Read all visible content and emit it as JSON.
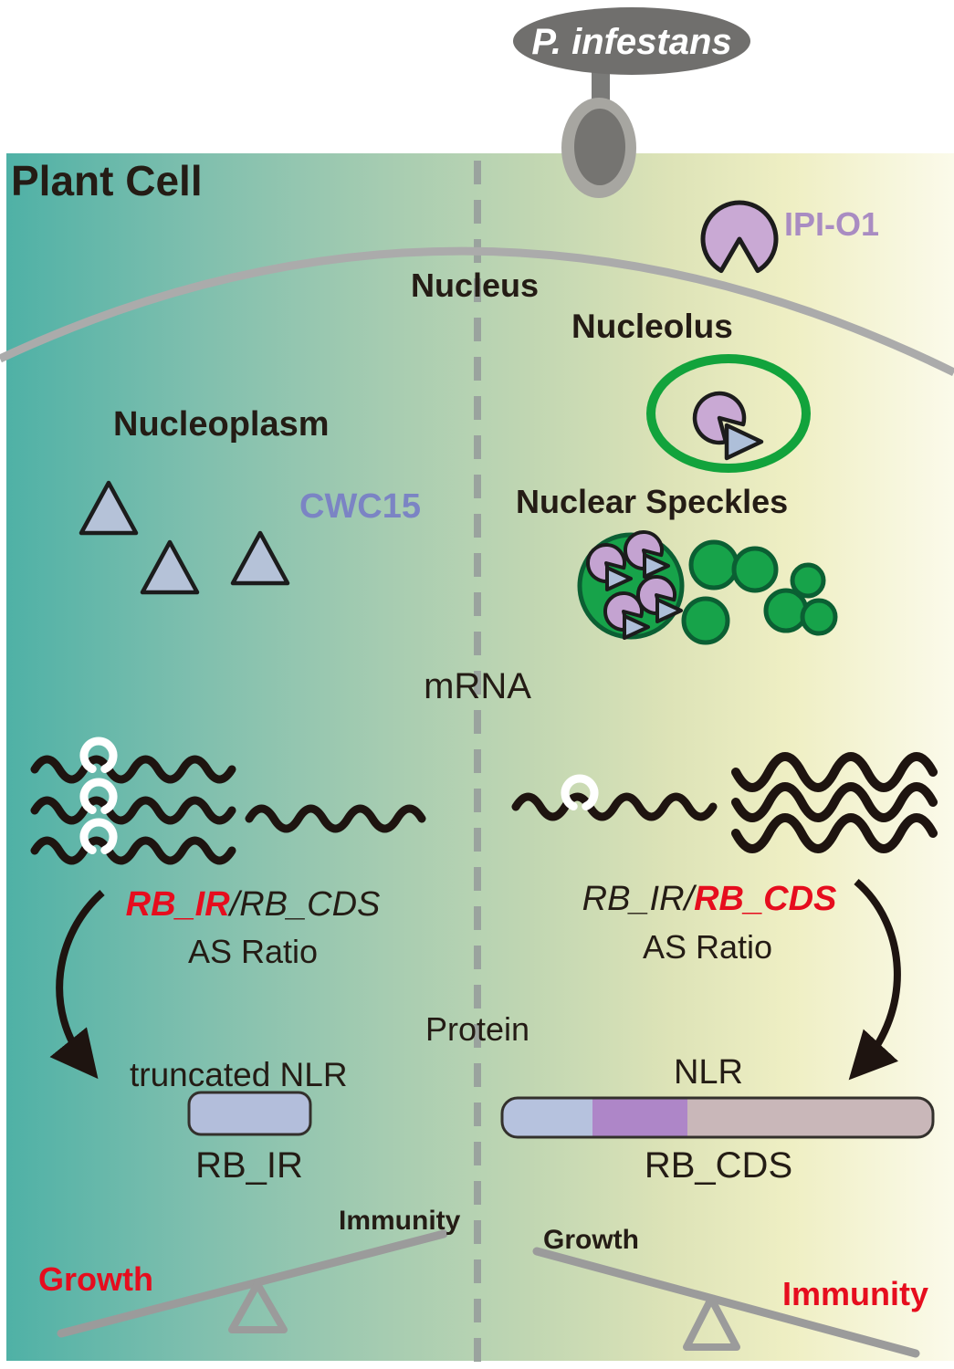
{
  "figure": {
    "pathogen_label": "P. infestans",
    "cell_title": "Plant Cell",
    "effector_label": "IPI-O1",
    "nucleus_label": "Nucleus",
    "nucleolus_label": "Nucleolus",
    "nucleoplasm_label": "Nucleoplasm",
    "splicing_factor_label": "CWC15",
    "speckles_label": "Nuclear Speckles",
    "mrna_label": "mRNA",
    "protein_label": "Protein"
  },
  "left_panel": {
    "ratio_red": "RB_IR",
    "ratio_plain": "/RB_CDS",
    "ratio_caption": "AS Ratio",
    "protein_title": "truncated NLR",
    "protein_name": "RB_IR",
    "balance_up": "Immunity",
    "balance_down": "Growth"
  },
  "right_panel": {
    "ratio_plain": "RB_IR/",
    "ratio_red": "RB_CDS",
    "ratio_caption": "AS Ratio",
    "protein_title": "NLR",
    "protein_name": "RB_CDS",
    "balance_up": "Growth",
    "balance_down": "Immunity"
  },
  "colors": {
    "red_accent": "#e60d1e",
    "effector_purple_fill": "#c9a9d4",
    "effector_label_purple": "#a98cc2",
    "cwc15_label_blue": "#7b84c4",
    "triangle_blue": "#b5c2d8",
    "speckle_green": "#17a34a",
    "speckle_green_dark": "#0b5f33",
    "nucleolus_ring_green": "#12a33c",
    "membrane_gray": "#ababab",
    "balance_gray": "#9b9b9b",
    "pathogen_gray": "#706f6d",
    "dark_text": "#241c15",
    "cell_gradient_left": "#4fb1a6",
    "cell_gradient_right": "#fbfaea",
    "nlr_segment_blue": "#b6c2de",
    "nlr_segment_purple": "#ae86c8",
    "nlr_segment_tan": "#c9b7b9"
  }
}
